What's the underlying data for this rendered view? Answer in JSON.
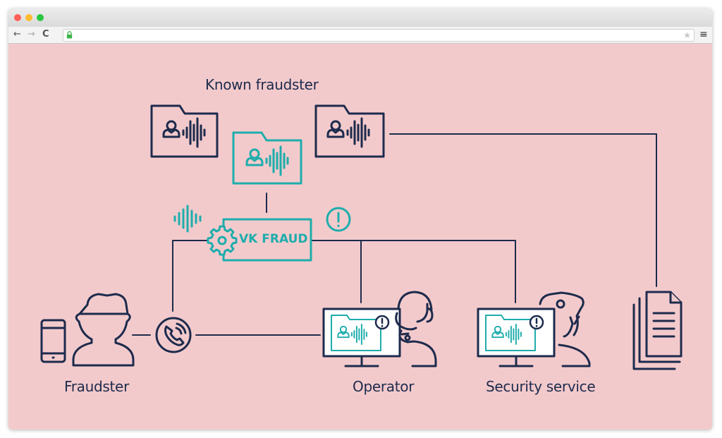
{
  "browser": {
    "url": "",
    "back_glyph": "←",
    "forward_glyph": "→",
    "reload_glyph": "C",
    "menu_glyph": "≡",
    "star_glyph": "★"
  },
  "diagram": {
    "known_fraudster_label": "Known fraudster",
    "vk_fraud_label": "VK FRAUD",
    "fraudster_label": "Fraudster",
    "operator_label": "Operator",
    "security_service_label": "Security service"
  },
  "colors": {
    "background": "#f3cacc",
    "navy": "#1d2b4c",
    "teal": "#1eadac",
    "white": "#ffffff"
  },
  "icons": [
    "folder-voice-icon",
    "soundwave-icon",
    "gear-icon",
    "alert-icon",
    "phone-icon",
    "smartphone-icon",
    "fraudster-icon",
    "monitor-icon",
    "headset-operator-icon",
    "security-guard-icon",
    "documents-icon"
  ]
}
